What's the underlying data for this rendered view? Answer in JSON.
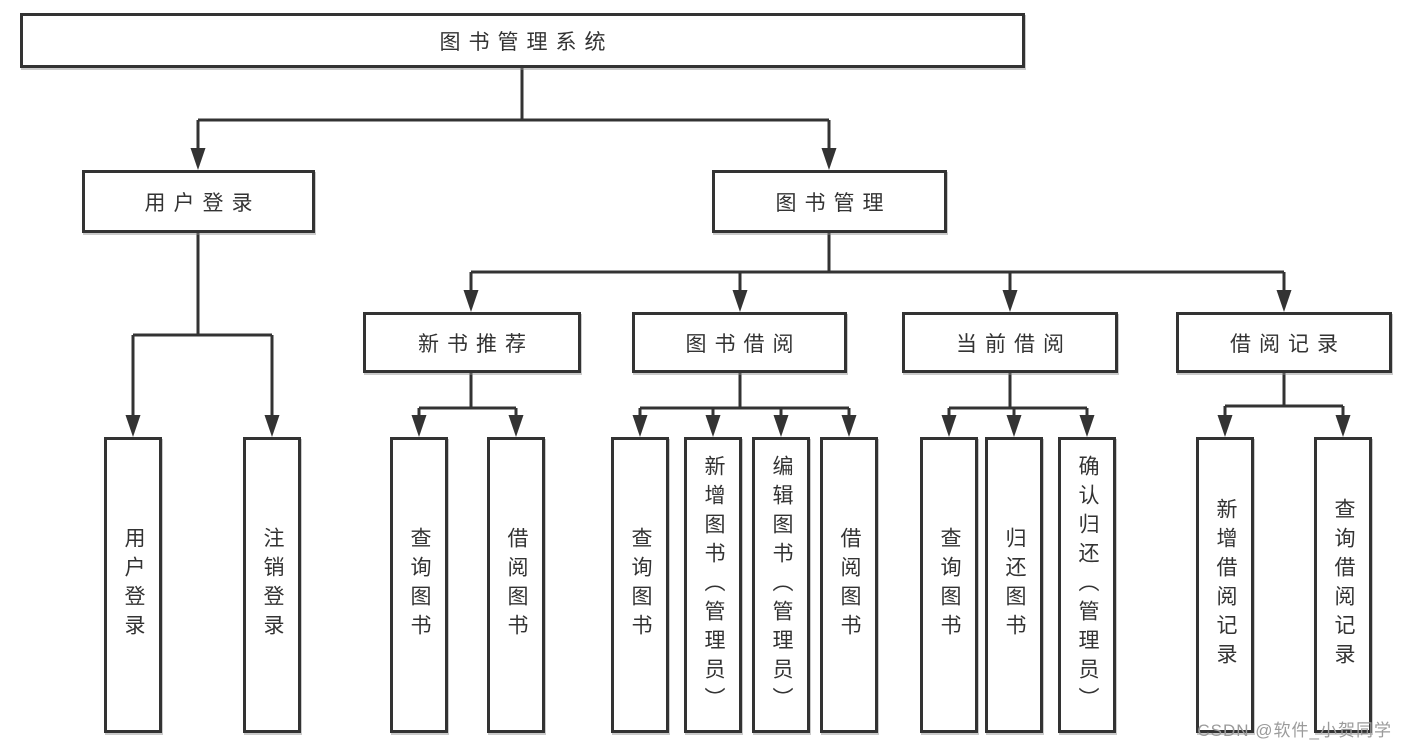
{
  "tree": {
    "root": {
      "label": "图书管理系统",
      "children": [
        {
          "label": "用户登录",
          "children": [
            {
              "label": "用户登录"
            },
            {
              "label": "注销登录"
            }
          ]
        },
        {
          "label": "图书管理",
          "children": [
            {
              "label": "新书推荐",
              "children": [
                {
                  "label": "查询图书"
                },
                {
                  "label": "借阅图书"
                }
              ]
            },
            {
              "label": "图书借阅",
              "children": [
                {
                  "label": "查询图书"
                },
                {
                  "label": "新增图书（管理员）"
                },
                {
                  "label": "编辑图书（管理员）"
                },
                {
                  "label": "借阅图书"
                }
              ]
            },
            {
              "label": "当前借阅",
              "children": [
                {
                  "label": "查询图书"
                },
                {
                  "label": "归还图书"
                },
                {
                  "label": "确认归还（管理员）"
                }
              ]
            },
            {
              "label": "借阅记录",
              "children": [
                {
                  "label": "新增借阅记录"
                },
                {
                  "label": "查询借阅记录"
                }
              ]
            }
          ]
        }
      ]
    }
  },
  "watermark": {
    "text": "CSDN @软件_小贺同学"
  },
  "colors": {
    "line": "#333333",
    "text": "#333333",
    "watermark": "#9b9b9b",
    "bg": "#ffffff"
  }
}
